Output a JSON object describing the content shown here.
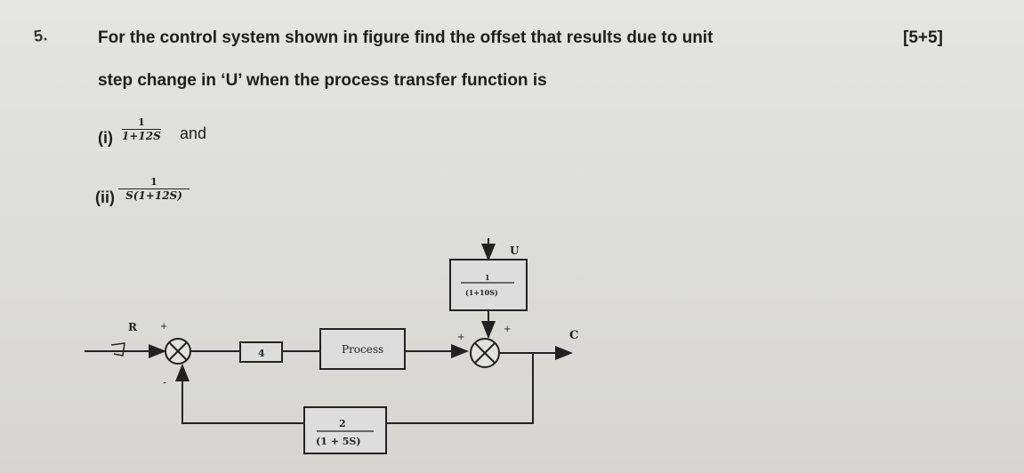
{
  "question": {
    "number": "5.",
    "line1": "For the control system shown in figure find the offset that results due to unit",
    "line2": "step change in ‘U’ when the process transfer function is",
    "marks": "[5+5]"
  },
  "options": [
    {
      "label": "(i)",
      "numerator": "1",
      "denominator": "1+12S",
      "suffix": "and"
    },
    {
      "label": "(ii)",
      "numerator": "1",
      "denominator": "S(1+12S)",
      "suffix": ""
    }
  ],
  "diagram": {
    "input_label": "R",
    "output_label": "C",
    "disturbance_label": "U",
    "controller_gain": "4",
    "process_label": "Process",
    "disturbance_block": {
      "numerator": "1",
      "denominator": "(1+10S)"
    },
    "feedback_block": {
      "numerator": "2",
      "denominator": "(1 + 5S)"
    },
    "signs": {
      "sum1_top": "+",
      "sum1_bottom": "-",
      "sum2_left": "+",
      "sum2_right": "+"
    }
  }
}
